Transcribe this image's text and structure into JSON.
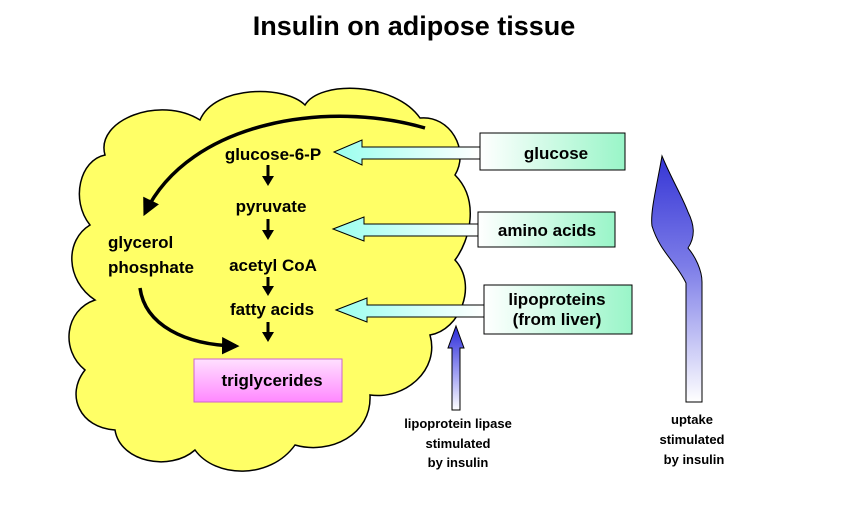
{
  "title": "Insulin on adipose tissue",
  "cell": {
    "glucose6p": "glucose-6-P",
    "pyruvate": "pyruvate",
    "acetylcoa": "acetyl CoA",
    "fattyacids": "fatty acids",
    "glycerol_line1": "glycerol",
    "glycerol_line2": "phosphate",
    "triglycerides": "triglycerides"
  },
  "inputs": {
    "glucose": "glucose",
    "aminoacids": "amino acids",
    "lipoproteins_line1": "lipoproteins",
    "lipoproteins_line2": "(from liver)"
  },
  "notes": {
    "lpl_line1": "lipoprotein lipase",
    "lpl_line2": "stimulated",
    "lpl_line3": "by insulin",
    "uptake_line1": "uptake",
    "uptake_line2": "stimulated",
    "uptake_line3": "by insulin"
  },
  "colors": {
    "cell_fill": "#ffff66",
    "input_box_fill": "#ccffcc",
    "triglyceride_fill": "#ff99ff",
    "arrow_blue": "#3333cc"
  }
}
